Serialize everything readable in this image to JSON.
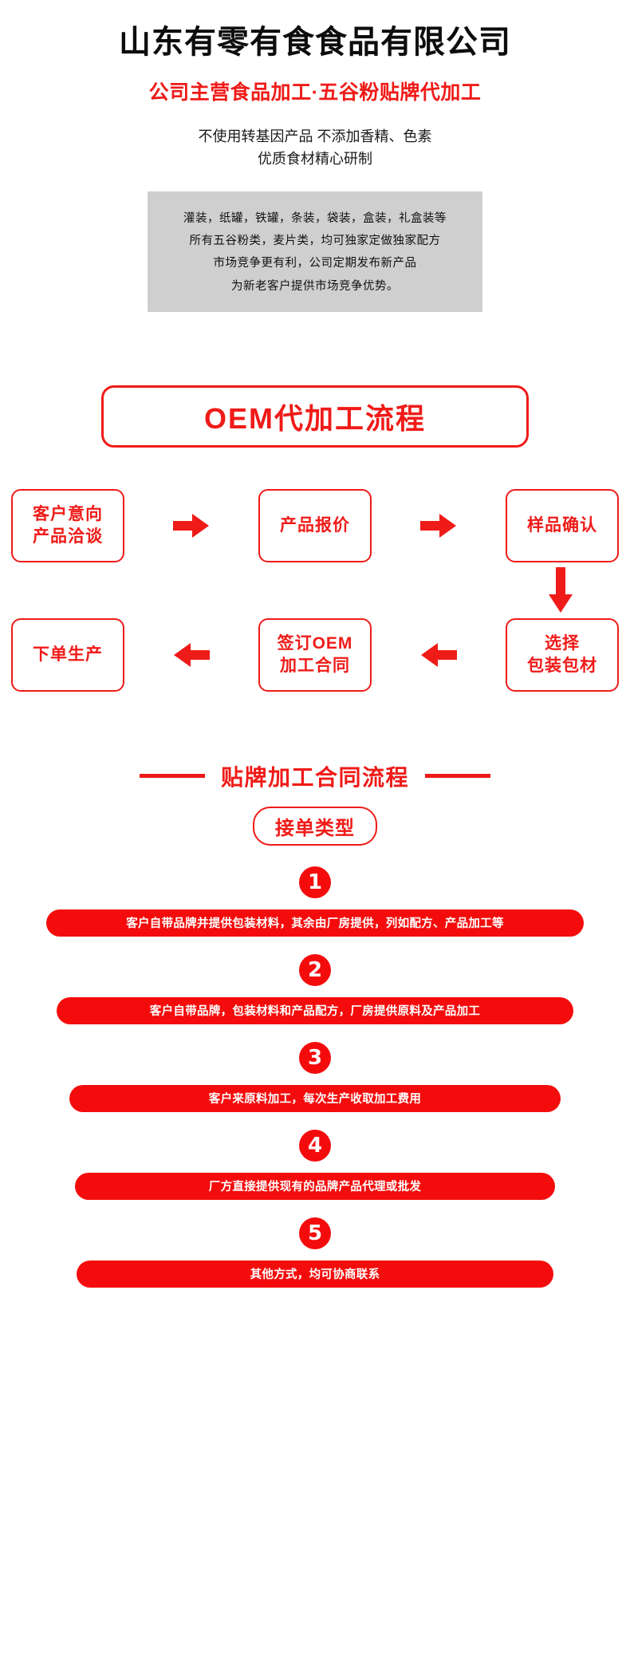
{
  "header": {
    "company_title": "山东有零有食食品有限公司",
    "company_subtitle": "公司主营食品加工·五谷粉贴牌代加工",
    "tagline_line1": "不使用转基因产品 不添加香精、色素",
    "tagline_line2": "优质食材精心研制"
  },
  "info_box": {
    "background_color": "#cfcfcf",
    "lines": [
      "灌装，纸罐，铁罐，条装，袋装，盒装，礼盒装等",
      "所有五谷粉类，麦片类，均可独家定做独家配方",
      "市场竞争更有利，公司定期发布新产品",
      "为新老客户提供市场竞争优势。"
    ]
  },
  "oem_section": {
    "banner_title": "OEM代加工流程",
    "accent_color": "#ef1b18",
    "row1": [
      {
        "line1": "客户意向",
        "line2": "产品洽谈"
      },
      {
        "line1": "产品报价",
        "line2": ""
      },
      {
        "line1": "样品确认",
        "line2": ""
      }
    ],
    "row2": [
      {
        "line1": "下单生产",
        "line2": ""
      },
      {
        "line1": "签订OEM",
        "line2": "加工合同"
      },
      {
        "line1": "选择",
        "line2": "包装包材"
      }
    ],
    "arrow_right_icon": "arrow-right-icon",
    "arrow_left_icon": "arrow-left-icon",
    "arrow_down_icon": "arrow-down-icon"
  },
  "contract_section": {
    "heading": "贴牌加工合同流程",
    "pill_label": "接单类型",
    "bar_color": "#f40c0c",
    "items": [
      {
        "number": "1",
        "text": "客户自带品牌并提供包装材料，其余由厂房提供，列如配方、产品加工等"
      },
      {
        "number": "2",
        "text": "客户自带品牌，包装材料和产品配方，厂房提供原料及产品加工"
      },
      {
        "number": "3",
        "text": "客户来原料加工，每次生产收取加工费用"
      },
      {
        "number": "4",
        "text": "厂方直接提供现有的品牌产品代理或批发"
      },
      {
        "number": "5",
        "text": "其他方式，均可协商联系"
      }
    ]
  }
}
